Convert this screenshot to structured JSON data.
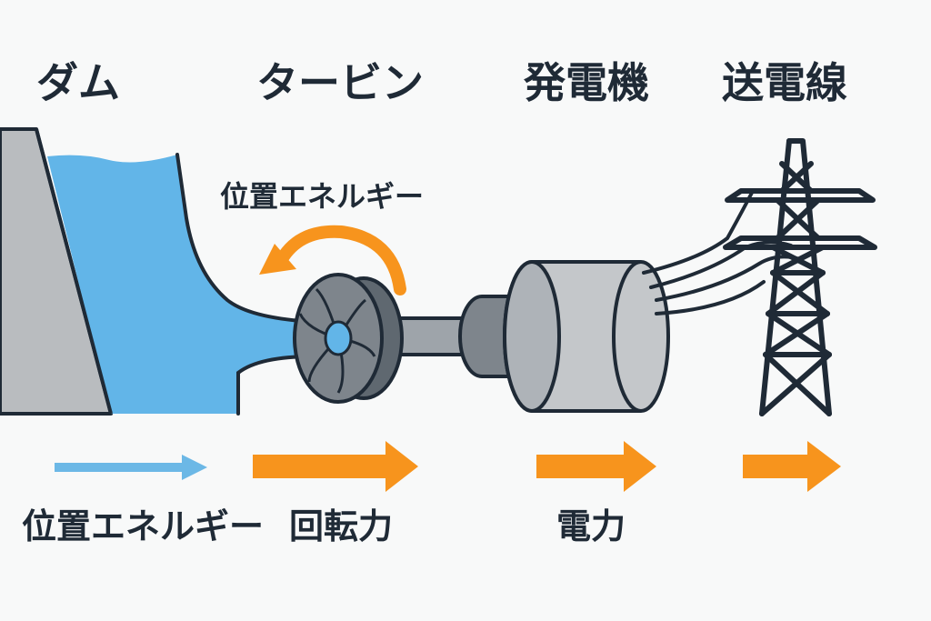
{
  "titles": {
    "dam": "ダム",
    "turbine": "タービン",
    "generator": "発電機",
    "transmission": "送電線"
  },
  "annotation": {
    "turbine_energy": "位置エネルギー"
  },
  "flow_labels": {
    "potential": "位置エネルギー",
    "rotation": "回転力",
    "electric": "電力"
  },
  "colors": {
    "water": "#62b5e8",
    "dam": "#b9bcbf",
    "outline": "#1f2a36",
    "arrow_orange": "#f7941d",
    "arrow_blue": "#6cb8e6",
    "metal": "#c4c7ca",
    "metal_dark": "#7e858c",
    "background": "#f8f9f9"
  },
  "icons": [
    "dam-icon",
    "turbine-icon",
    "generator-icon",
    "transmission-tower-icon",
    "rotation-arrow-icon"
  ]
}
